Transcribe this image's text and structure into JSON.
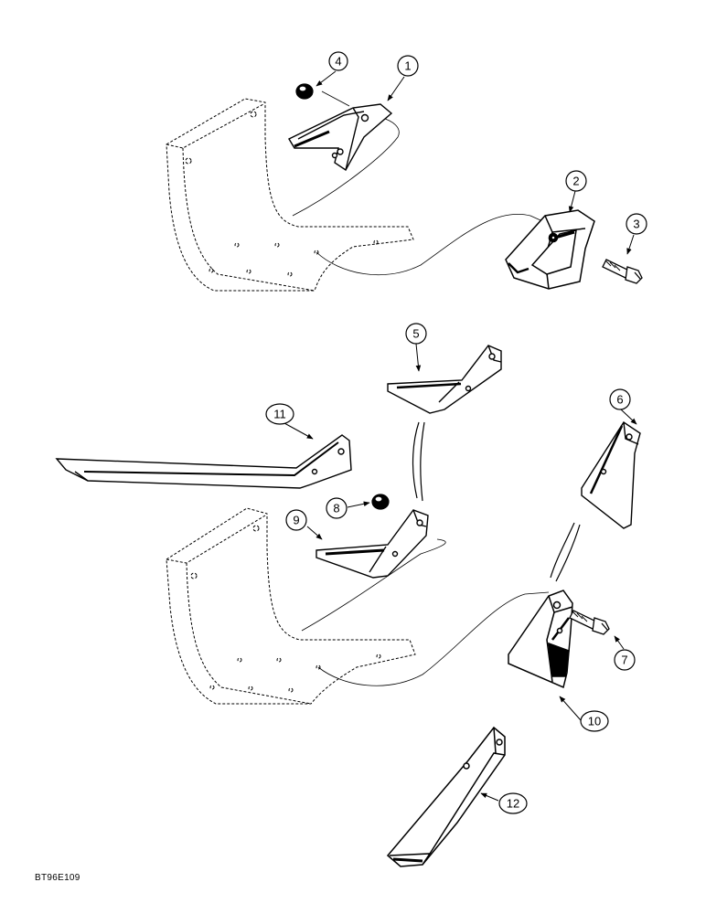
{
  "figure_id": "BT96E109",
  "callouts": [
    {
      "key": "c1",
      "label": "1"
    },
    {
      "key": "c2",
      "label": "2"
    },
    {
      "key": "c3",
      "label": "3"
    },
    {
      "key": "c4",
      "label": "4"
    },
    {
      "key": "c5",
      "label": "5"
    },
    {
      "key": "c6",
      "label": "6"
    },
    {
      "key": "c7",
      "label": "7"
    },
    {
      "key": "c8",
      "label": "8"
    },
    {
      "key": "c9",
      "label": "9"
    },
    {
      "key": "c10",
      "label": "10"
    },
    {
      "key": "c11",
      "label": "11"
    },
    {
      "key": "c12",
      "label": "12"
    }
  ]
}
